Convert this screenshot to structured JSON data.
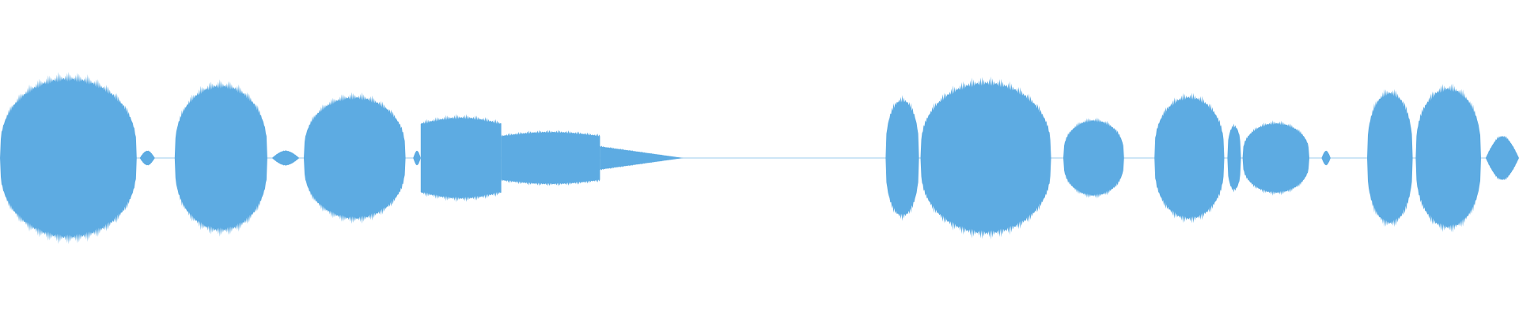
{
  "waveform": {
    "color": "#5dabe2",
    "background": "#ffffff",
    "segments": [
      {
        "start": 0.0,
        "end": 0.09,
        "shape": "dome",
        "amp": 0.55
      },
      {
        "start": 0.092,
        "end": 0.102,
        "shape": "blip",
        "amp": 0.05
      },
      {
        "start": 0.115,
        "end": 0.176,
        "shape": "dome",
        "amp": 0.5
      },
      {
        "start": 0.179,
        "end": 0.197,
        "shape": "blip",
        "amp": 0.05
      },
      {
        "start": 0.2,
        "end": 0.267,
        "shape": "dome",
        "amp": 0.42
      },
      {
        "start": 0.272,
        "end": 0.277,
        "shape": "blip",
        "amp": 0.05
      },
      {
        "start": 0.277,
        "end": 0.33,
        "shape": "flat",
        "amp": 0.28
      },
      {
        "start": 0.33,
        "end": 0.395,
        "shape": "flat",
        "amp": 0.18
      },
      {
        "start": 0.395,
        "end": 0.45,
        "shape": "fade",
        "amp": 0.08
      },
      {
        "start": 0.583,
        "end": 0.605,
        "shape": "dome",
        "amp": 0.4
      },
      {
        "start": 0.606,
        "end": 0.692,
        "shape": "dome",
        "amp": 0.52
      },
      {
        "start": 0.7,
        "end": 0.74,
        "shape": "dome",
        "amp": 0.26
      },
      {
        "start": 0.76,
        "end": 0.806,
        "shape": "dome",
        "amp": 0.42
      },
      {
        "start": 0.808,
        "end": 0.817,
        "shape": "dome",
        "amp": 0.22
      },
      {
        "start": 0.818,
        "end": 0.862,
        "shape": "dome",
        "amp": 0.24
      },
      {
        "start": 0.87,
        "end": 0.876,
        "shape": "blip",
        "amp": 0.05
      },
      {
        "start": 0.9,
        "end": 0.93,
        "shape": "dome",
        "amp": 0.45
      },
      {
        "start": 0.932,
        "end": 0.975,
        "shape": "dome",
        "amp": 0.48
      },
      {
        "start": 0.978,
        "end": 1.0,
        "shape": "blip",
        "amp": 0.15
      }
    ],
    "silence_line": [
      0.45,
      0.583
    ]
  }
}
